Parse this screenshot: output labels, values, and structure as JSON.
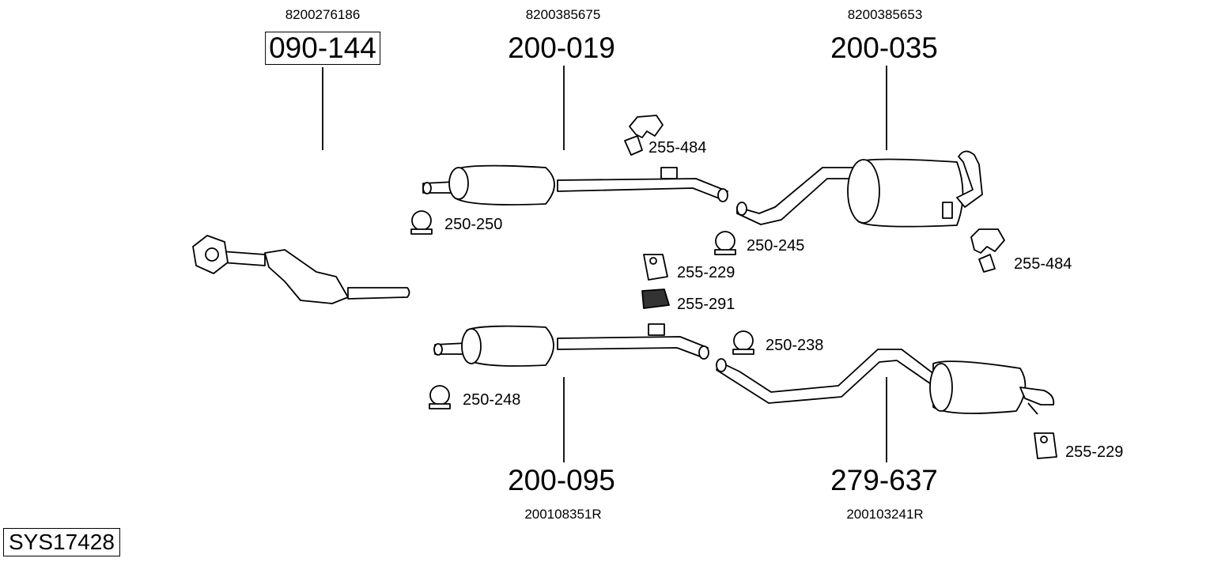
{
  "title": "SYS17428",
  "parts": [
    {
      "id": "090-144",
      "oe": "8200276186",
      "boxed": true
    },
    {
      "id": "200-019",
      "oe": "8200385675"
    },
    {
      "id": "200-035",
      "oe": "8200385653"
    },
    {
      "id": "200-095",
      "oe": "200108351R"
    },
    {
      "id": "279-637",
      "oe": "200103241R"
    }
  ],
  "accessories": [
    {
      "id": "255-484",
      "type": "hanger"
    },
    {
      "id": "250-250",
      "type": "clamp"
    },
    {
      "id": "250-245",
      "type": "clamp"
    },
    {
      "id": "255-229",
      "type": "rubber-mount"
    },
    {
      "id": "255-291",
      "type": "rubber-mount"
    },
    {
      "id": "255-484",
      "type": "hanger"
    },
    {
      "id": "250-238",
      "type": "clamp"
    },
    {
      "id": "250-248",
      "type": "clamp"
    },
    {
      "id": "255-229",
      "type": "rubber-mount"
    }
  ]
}
